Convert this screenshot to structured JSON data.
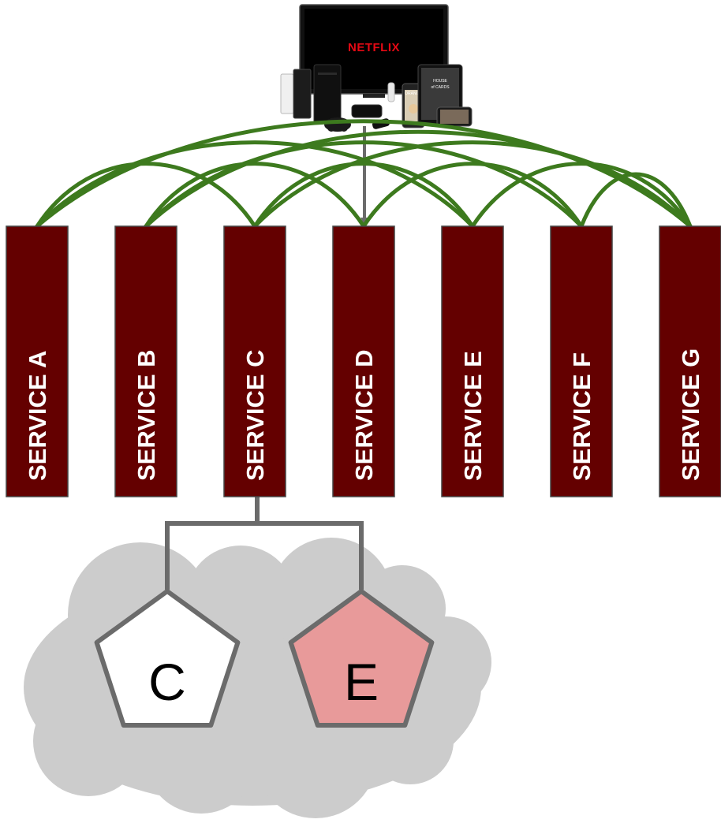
{
  "devices": {
    "brand_text": "NETFLIX",
    "poster_lines": [
      "HOUSE",
      "of CARDS"
    ],
    "phone_caption": "ORANGE"
  },
  "services": [
    {
      "id": "A",
      "label": "SERVICE A"
    },
    {
      "id": "B",
      "label": "SERVICE B"
    },
    {
      "id": "C",
      "label": "SERVICE C"
    },
    {
      "id": "D",
      "label": "SERVICE D"
    },
    {
      "id": "E",
      "label": "SERVICE E"
    },
    {
      "id": "F",
      "label": "SERVICE F"
    },
    {
      "id": "G",
      "label": "SERVICE G"
    }
  ],
  "connections": [
    [
      "A",
      "C"
    ],
    [
      "A",
      "E"
    ],
    [
      "A",
      "G"
    ],
    [
      "B",
      "D"
    ],
    [
      "B",
      "F"
    ],
    [
      "B",
      "G"
    ],
    [
      "C",
      "E"
    ],
    [
      "C",
      "G"
    ],
    [
      "D",
      "F"
    ],
    [
      "E",
      "G"
    ],
    [
      "F",
      "G"
    ]
  ],
  "entry": {
    "from": "devices",
    "to": "D"
  },
  "cloud": {
    "parent_service": "C",
    "nodes": [
      {
        "id": "C",
        "label": "C",
        "fill": "#ffffff"
      },
      {
        "id": "E",
        "label": "E",
        "fill": "#e89a9a"
      }
    ]
  },
  "colors": {
    "service_fill": "#640000",
    "service_stroke": "#444444",
    "connection": "#3d7a1e",
    "arrow": "#6b6b6b",
    "cloud": "#cccccc",
    "node_stroke": "#6b6b6b"
  }
}
